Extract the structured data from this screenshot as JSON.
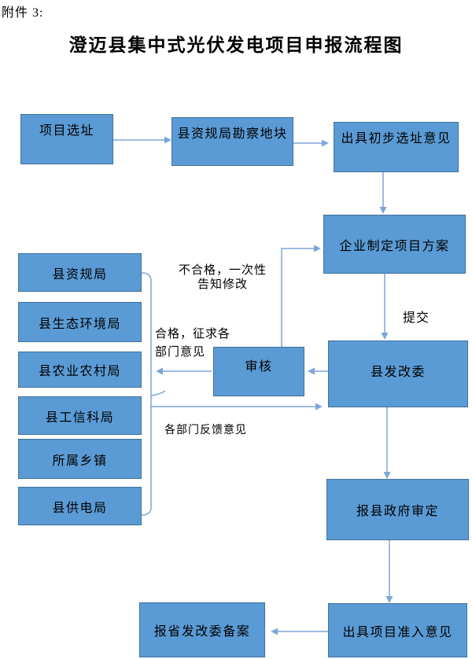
{
  "header": {
    "attachment": "附件 3:",
    "title": "澄迈县集中式光伏发电项目申报流程图"
  },
  "flowchart": {
    "nodes": {
      "project_site": "项目选址",
      "survey_plot": "县资规局勘察地块",
      "preliminary_opinion": "出具初步选址意见",
      "enterprise_plan": "企业制定项目方案",
      "county_drc": "县发改委",
      "review": "审核",
      "resources_bureau": "县资规局",
      "ecology_bureau": "县生态环境局",
      "agriculture_bureau": "县农业农村局",
      "industry_bureau": "县工信科局",
      "township": "所属乡镇",
      "power_bureau": "县供电局",
      "county_government": "报县政府审定",
      "access_opinion": "出具项目准入意见",
      "provincial_drc": "报省发改委备案"
    },
    "edge_labels": {
      "reject_line1": "不合格，一次性",
      "reject_line2": "告知修改",
      "approve_line1": "合格，征求各",
      "approve_line2": "部门意见",
      "feedback": "各部门反馈意见",
      "submit": "提交"
    }
  },
  "colors": {
    "node_fill": "#5B9BD5",
    "node_border": "#41719C",
    "connector": "#7DA6D8",
    "text": "#000000",
    "background": "#FFFFFF"
  }
}
